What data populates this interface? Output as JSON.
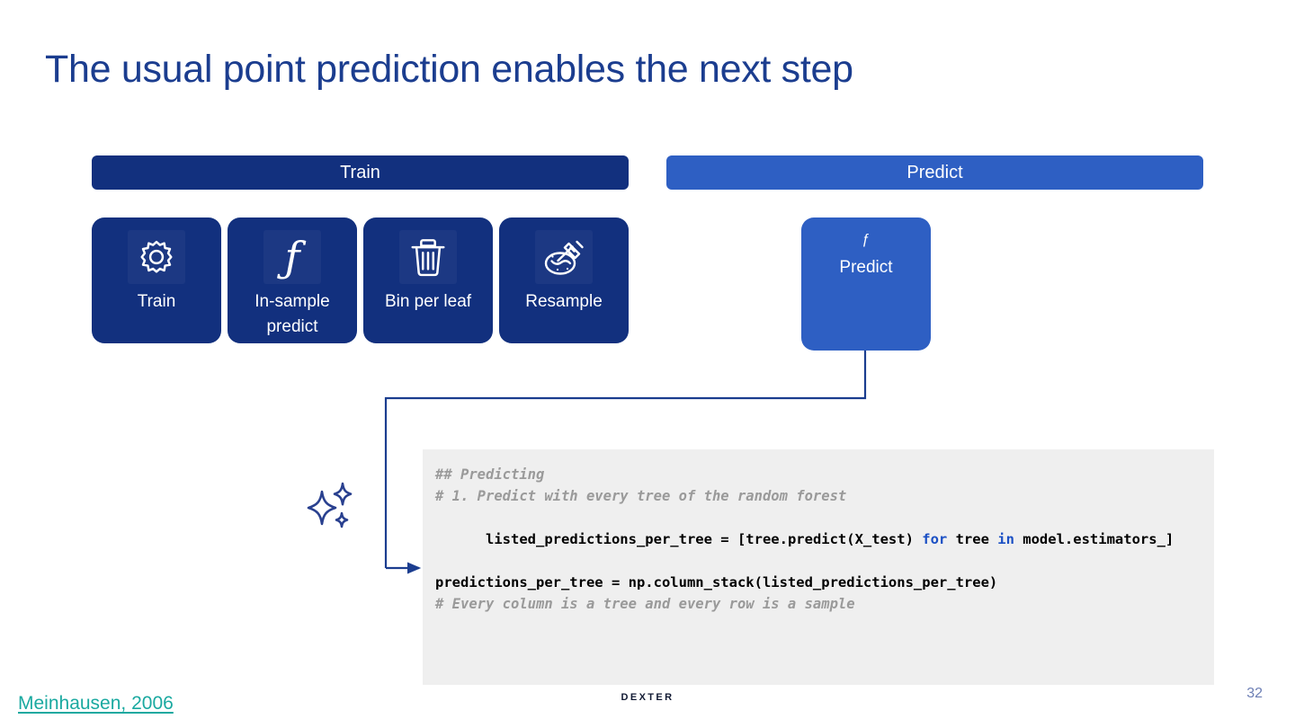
{
  "slide": {
    "title": "The usual point prediction enables the next step",
    "page_number": "32",
    "brand": "DEXTER",
    "citation": "Meinhausen, 2006",
    "colors": {
      "title_blue": "#1b3d8f",
      "train_navy": "#12307e",
      "predict_blue": "#2e5fc3",
      "code_background": "#efefef",
      "code_comment": "#9a9a9a",
      "code_keyword": "#1a4fc4",
      "citation_teal": "#1aa9a0",
      "page_number_gray": "#6d7fb5",
      "connector_navy": "#1b3d8f"
    }
  },
  "phases": [
    {
      "id": "train",
      "label": "Train"
    },
    {
      "id": "predict",
      "label": "Predict"
    }
  ],
  "train_steps": [
    {
      "label": "Train",
      "icon": "gear-icon"
    },
    {
      "label": "In-sample predict",
      "icon": "function-f-icon"
    },
    {
      "label": "Bin per leaf",
      "icon": "trash-bin-icon"
    },
    {
      "label": "Resample",
      "icon": "pipette-petri-dish-icon"
    }
  ],
  "predict_step": {
    "label": "Predict",
    "icon": "function-f-icon"
  },
  "code": {
    "lines": [
      {
        "type": "comment",
        "text": "## Predicting"
      },
      {
        "type": "comment",
        "text": "# 1. Predict with every tree of the random forest"
      },
      {
        "type": "code",
        "parts": [
          {
            "kind": "plain",
            "text": "listed_predictions_per_tree = [tree.predict(X_test) "
          },
          {
            "kind": "keyword",
            "text": "for"
          },
          {
            "kind": "plain",
            "text": " tree "
          },
          {
            "kind": "keyword",
            "text": "in"
          },
          {
            "kind": "plain",
            "text": " model.estimators_]"
          }
        ]
      },
      {
        "type": "code",
        "parts": [
          {
            "kind": "plain",
            "text": "predictions_per_tree = np.column_stack(listed_predictions_per_tree)"
          }
        ]
      },
      {
        "type": "comment",
        "text": "# Every column is a tree and every row is a sample"
      }
    ]
  },
  "decoration": {
    "sparkle_icon": "sparkles-icon"
  }
}
